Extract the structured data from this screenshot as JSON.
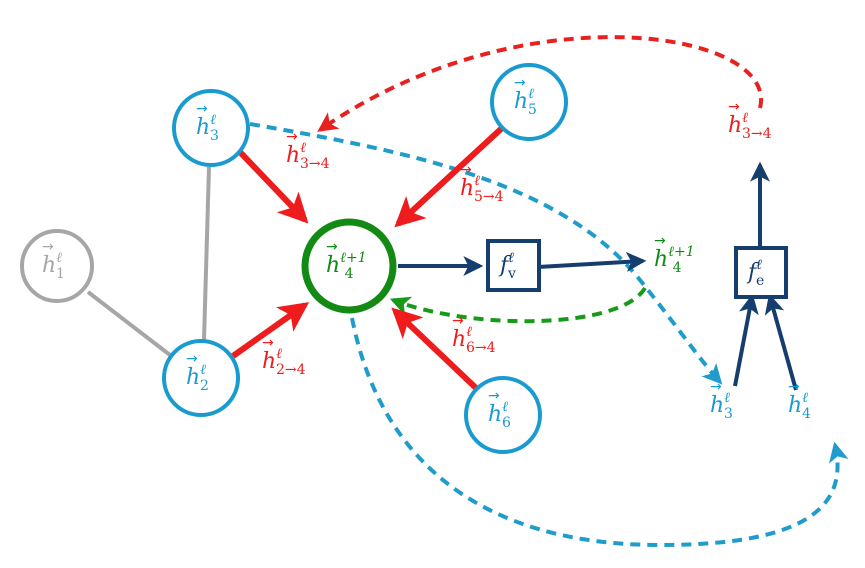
{
  "colors": {
    "blue_node": "#1a9bd0",
    "gray_node": "#a6a6a6",
    "green_node": "#138a13",
    "red_msg": "#ee1c1c",
    "navy": "#153e6e",
    "dash_blue": "#1f9ccb",
    "dash_red": "#e8211f",
    "dash_green": "#179a17"
  },
  "nodes": {
    "h1": {
      "base": "h",
      "sup": "ℓ",
      "sub": "1"
    },
    "h2": {
      "base": "h",
      "sup": "ℓ",
      "sub": "2"
    },
    "h3": {
      "base": "h",
      "sup": "ℓ",
      "sub": "3"
    },
    "h4_next": {
      "base": "h",
      "sup": "ℓ+1",
      "sub": "4"
    },
    "h5": {
      "base": "h",
      "sup": "ℓ",
      "sub": "5"
    },
    "h6": {
      "base": "h",
      "sup": "ℓ",
      "sub": "6"
    }
  },
  "messages": {
    "m34": {
      "base": "h",
      "sup": "ℓ",
      "sub": "3→4"
    },
    "m54": {
      "base": "h",
      "sup": "ℓ",
      "sub": "5→4"
    },
    "m24": {
      "base": "h",
      "sup": "ℓ",
      "sub": "2→4"
    },
    "m64": {
      "base": "h",
      "sup": "ℓ",
      "sub": "6→4"
    }
  },
  "functions": {
    "fv": {
      "base": "f",
      "sup": "ℓ",
      "sub": "v"
    },
    "fe": {
      "base": "f",
      "sup": "ℓ",
      "sub": "e"
    }
  },
  "right_panel": {
    "out_h4": {
      "base": "h",
      "sup": "ℓ+1",
      "sub": "4"
    },
    "in_h3": {
      "base": "h",
      "sup": "ℓ",
      "sub": "3"
    },
    "in_h4": {
      "base": "h",
      "sup": "ℓ",
      "sub": "4"
    },
    "out_m34": {
      "base": "h",
      "sup": "ℓ",
      "sub": "3→4"
    }
  }
}
